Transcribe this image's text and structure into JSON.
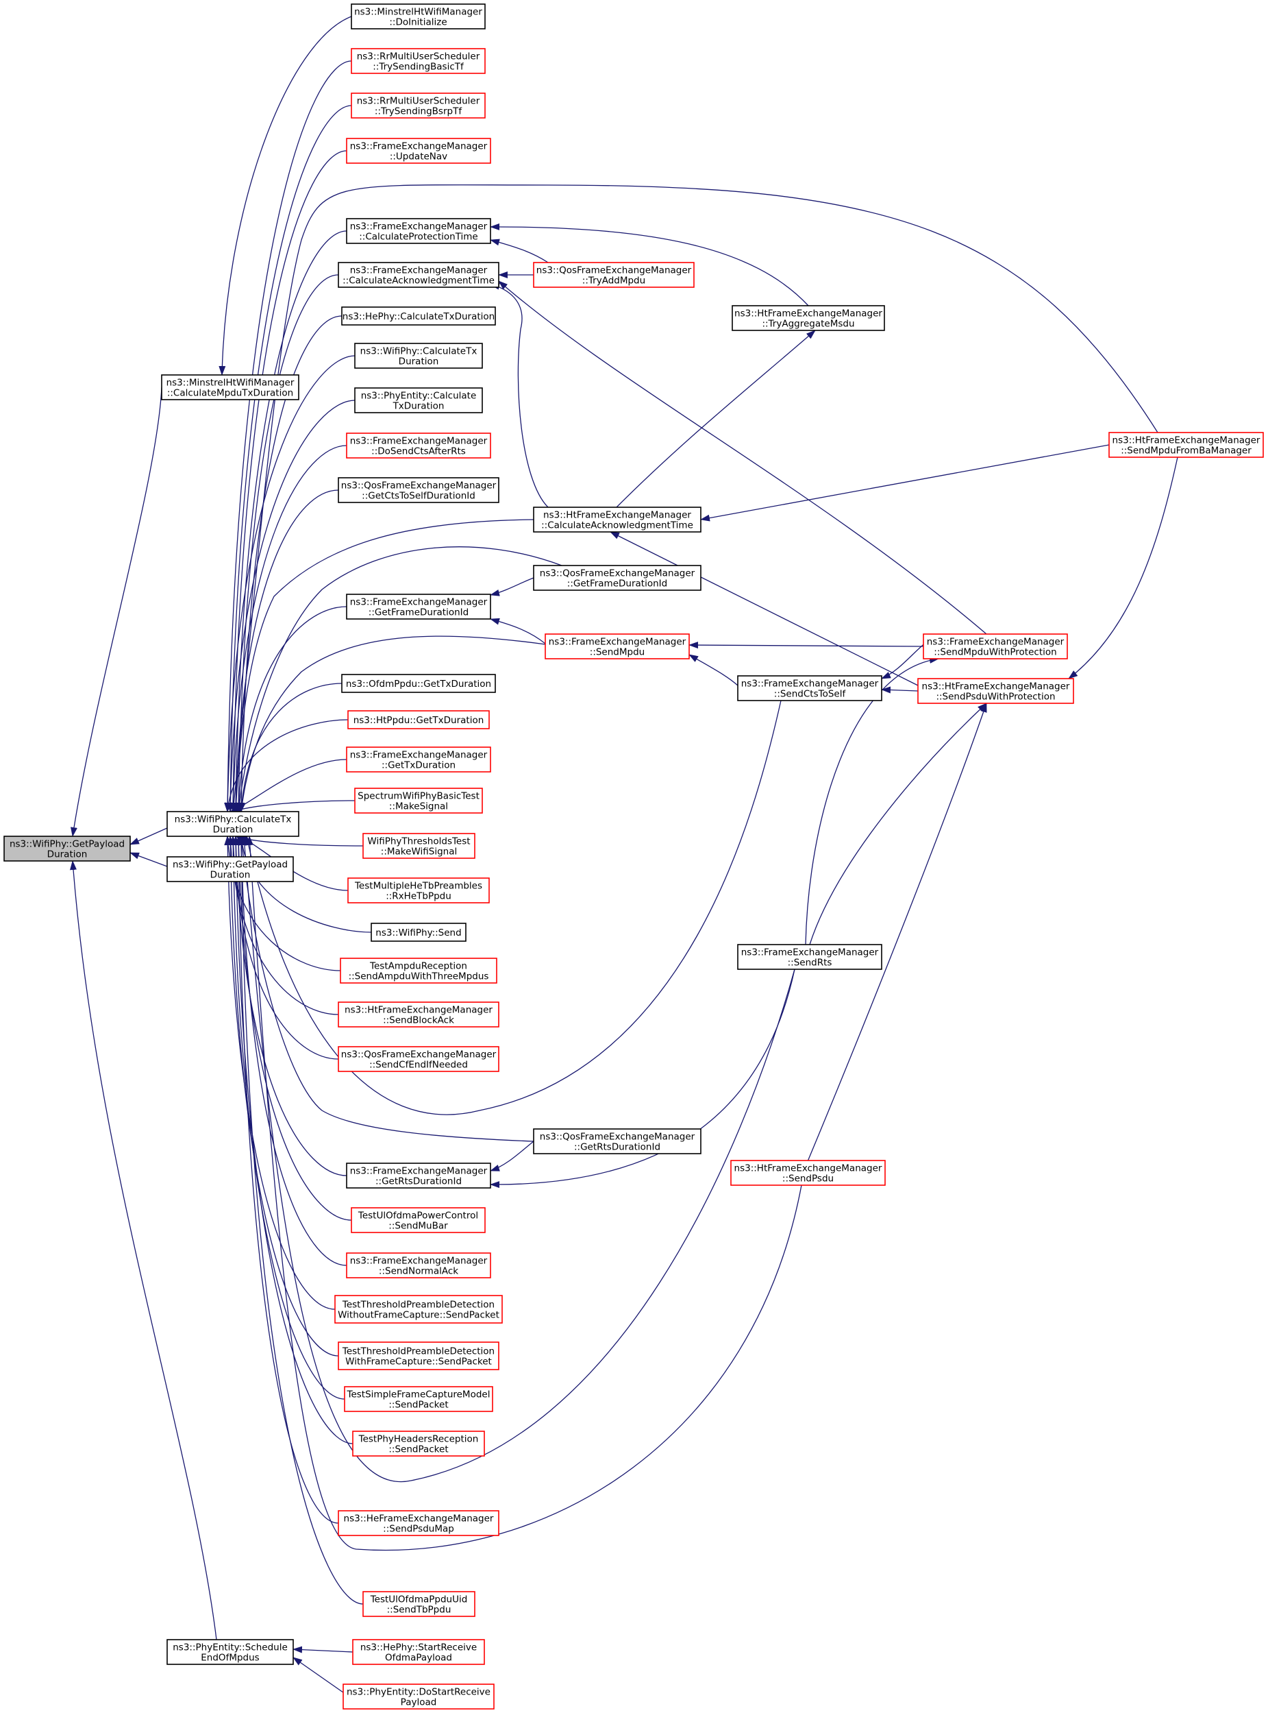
{
  "diagram": {
    "colors": {
      "edge": "#191970",
      "border_normal": "#000000",
      "border_truncated": "#ff0000",
      "fill_focus": "#bfbfbf",
      "fill_normal": "#ffffff"
    },
    "nodes": [
      {
        "id": "root",
        "lines": [
          "ns3::WifiPhy::GetPayload",
          "Duration"
        ],
        "style": "focus"
      },
      {
        "id": "calcMpduTx",
        "lines": [
          "ns3::MinstrelHtWifiManager",
          "::CalculateMpduTxDuration"
        ],
        "style": "normal"
      },
      {
        "id": "calcTx",
        "lines": [
          "ns3::WifiPhy::CalculateTx",
          "Duration"
        ],
        "style": "normal"
      },
      {
        "id": "getPayloadStatic",
        "lines": [
          "ns3::WifiPhy::GetPayload",
          "Duration"
        ],
        "style": "normal"
      },
      {
        "id": "scheduleEnd",
        "lines": [
          "ns3::PhyEntity::Schedule",
          "EndOfMpdus"
        ],
        "style": "normal"
      },
      {
        "id": "doInit",
        "lines": [
          "ns3::MinstrelHtWifiManager",
          "::DoInitialize"
        ],
        "style": "normal"
      },
      {
        "id": "tryBasicTf",
        "lines": [
          "ns3::RrMultiUserScheduler",
          "::TrySendingBasicTf"
        ],
        "style": "truncated"
      },
      {
        "id": "tryBsrpTf",
        "lines": [
          "ns3::RrMultiUserScheduler",
          "::TrySendingBsrpTf"
        ],
        "style": "truncated"
      },
      {
        "id": "updateNav",
        "lines": [
          "ns3::FrameExchangeManager",
          "::UpdateNav"
        ],
        "style": "truncated"
      },
      {
        "id": "calcProt",
        "lines": [
          "ns3::FrameExchangeManager",
          "::CalculateProtectionTime"
        ],
        "style": "normal"
      },
      {
        "id": "calcAck",
        "lines": [
          "ns3::FrameExchangeManager",
          "::CalculateAcknowledgmentTime"
        ],
        "style": "normal"
      },
      {
        "id": "hePhyCalc",
        "lines": [
          "ns3::HePhy::CalculateTxDuration"
        ],
        "style": "normal"
      },
      {
        "id": "wifiPhyCalc2",
        "lines": [
          "ns3::WifiPhy::CalculateTx",
          "Duration"
        ],
        "style": "normal"
      },
      {
        "id": "phyEntCalc",
        "lines": [
          "ns3::PhyEntity::Calculate",
          "TxDuration"
        ],
        "style": "normal"
      },
      {
        "id": "doSendCts",
        "lines": [
          "ns3::FrameExchangeManager",
          "::DoSendCtsAfterRts"
        ],
        "style": "truncated"
      },
      {
        "id": "getCtsSelf",
        "lines": [
          "ns3::QosFrameExchangeManager",
          "::GetCtsToSelfDurationId"
        ],
        "style": "normal"
      },
      {
        "id": "getFrameDur",
        "lines": [
          "ns3::FrameExchangeManager",
          "::GetFrameDurationId"
        ],
        "style": "normal"
      },
      {
        "id": "ofdmPpdu",
        "lines": [
          "ns3::OfdmPpdu::GetTxDuration"
        ],
        "style": "normal"
      },
      {
        "id": "htPpdu",
        "lines": [
          "ns3::HtPpdu::GetTxDuration"
        ],
        "style": "truncated"
      },
      {
        "id": "femGetTx",
        "lines": [
          "ns3::FrameExchangeManager",
          "::GetTxDuration"
        ],
        "style": "truncated"
      },
      {
        "id": "spectrumMake",
        "lines": [
          "SpectrumWifiPhyBasicTest",
          "::MakeSignal"
        ],
        "style": "truncated"
      },
      {
        "id": "thresholdsMake",
        "lines": [
          "WifiPhyThresholdsTest",
          "::MakeWifiSignal"
        ],
        "style": "truncated"
      },
      {
        "id": "multiHeTb",
        "lines": [
          "TestMultipleHeTbPreambles",
          "::RxHeTbPpdu"
        ],
        "style": "truncated"
      },
      {
        "id": "wifiPhySend",
        "lines": [
          "ns3::WifiPhy::Send"
        ],
        "style": "normal"
      },
      {
        "id": "ampduRecv",
        "lines": [
          "TestAmpduReception",
          "::SendAmpduWithThreeMpdus"
        ],
        "style": "truncated"
      },
      {
        "id": "htSendBlockAck",
        "lines": [
          "ns3::HtFrameExchangeManager",
          "::SendBlockAck"
        ],
        "style": "truncated"
      },
      {
        "id": "qosSendCfEnd",
        "lines": [
          "ns3::QosFrameExchangeManager",
          "::SendCfEndIfNeeded"
        ],
        "style": "truncated"
      },
      {
        "id": "femGetRts",
        "lines": [
          "ns3::FrameExchangeManager",
          "::GetRtsDurationId"
        ],
        "style": "normal"
      },
      {
        "id": "ulOfdmMuBar",
        "lines": [
          "TestUlOfdmaPowerControl",
          "::SendMuBar"
        ],
        "style": "truncated"
      },
      {
        "id": "femSendNormalAck",
        "lines": [
          "ns3::FrameExchangeManager",
          "::SendNormalAck"
        ],
        "style": "truncated"
      },
      {
        "id": "threshNoCapture",
        "lines": [
          "TestThresholdPreambleDetection",
          "WithoutFrameCapture::SendPacket"
        ],
        "style": "truncated"
      },
      {
        "id": "threshCapture",
        "lines": [
          "TestThresholdPreambleDetection",
          "WithFrameCapture::SendPacket"
        ],
        "style": "truncated"
      },
      {
        "id": "simpleCapture",
        "lines": [
          "TestSimpleFrameCaptureModel",
          "::SendPacket"
        ],
        "style": "truncated"
      },
      {
        "id": "phyHeaders",
        "lines": [
          "TestPhyHeadersReception",
          "::SendPacket"
        ],
        "style": "truncated"
      },
      {
        "id": "heSendPsduMap",
        "lines": [
          "ns3::HeFrameExchangeManager",
          "::SendPsduMap"
        ],
        "style": "truncated"
      },
      {
        "id": "ulOfdmTbPpdu",
        "lines": [
          "TestUlOfdmaPpduUid",
          "::SendTbPpdu"
        ],
        "style": "truncated"
      },
      {
        "id": "heStartRecv",
        "lines": [
          "ns3::HePhy::StartReceive",
          "OfdmaPayload"
        ],
        "style": "truncated"
      },
      {
        "id": "phyEntDoStart",
        "lines": [
          "ns3::PhyEntity::DoStartReceive",
          "Payload"
        ],
        "style": "truncated"
      },
      {
        "id": "qosTryAdd",
        "lines": [
          "ns3::QosFrameExchangeManager",
          "::TryAddMpdu"
        ],
        "style": "truncated"
      },
      {
        "id": "htCalcAck",
        "lines": [
          "ns3::HtFrameExchangeManager",
          "::CalculateAcknowledgmentTime"
        ],
        "style": "normal"
      },
      {
        "id": "qosGetFrameDur",
        "lines": [
          "ns3::QosFrameExchangeManager",
          "::GetFrameDurationId"
        ],
        "style": "normal"
      },
      {
        "id": "femSendMpdu",
        "lines": [
          "ns3::FrameExchangeManager",
          "::SendMpdu"
        ],
        "style": "truncated"
      },
      {
        "id": "qosGetRts",
        "lines": [
          "ns3::QosFrameExchangeManager",
          "::GetRtsDurationId"
        ],
        "style": "normal"
      },
      {
        "id": "htTryAggr",
        "lines": [
          "ns3::HtFrameExchangeManager",
          "::TryAggregateMsdu"
        ],
        "style": "normal"
      },
      {
        "id": "femSendCtsSelf",
        "lines": [
          "ns3::FrameExchangeManager",
          "::SendCtsToSelf"
        ],
        "style": "normal"
      },
      {
        "id": "femSendRts",
        "lines": [
          "ns3::FrameExchangeManager",
          "::SendRts"
        ],
        "style": "normal"
      },
      {
        "id": "htSendPsdu",
        "lines": [
          "ns3::HtFrameExchangeManager",
          "::SendPsdu"
        ],
        "style": "truncated"
      },
      {
        "id": "htSendFromBa",
        "lines": [
          "ns3::HtFrameExchangeManager",
          "::SendMpduFromBaManager"
        ],
        "style": "truncated"
      },
      {
        "id": "femSendMpduProt",
        "lines": [
          "ns3::FrameExchangeManager",
          "::SendMpduWithProtection"
        ],
        "style": "truncated"
      },
      {
        "id": "htSendPsduProt",
        "lines": [
          "ns3::HtFrameExchangeManager",
          "::SendPsduWithProtection"
        ],
        "style": "truncated"
      }
    ]
  }
}
